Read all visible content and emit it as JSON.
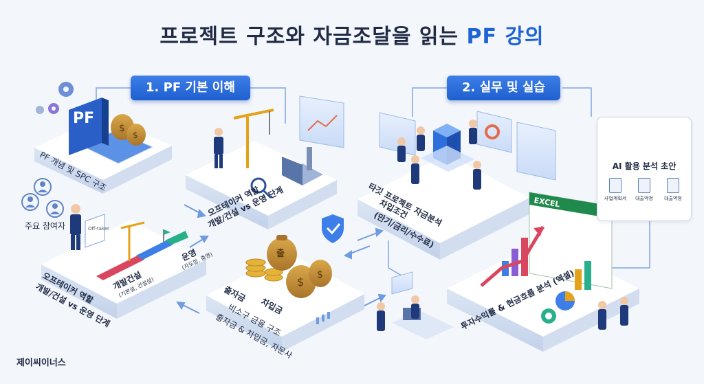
{
  "title": {
    "main": "프로젝트 구조와 자금조달을 읽는 ",
    "accent": "PF 강의"
  },
  "sections": [
    {
      "label": "1. PF 기본 이해"
    },
    {
      "label": "2. 실무 및 실습"
    }
  ],
  "labels": {
    "pf_concept": "PF 개념 및 SPC 구조",
    "pf_icon": "PF",
    "offtaker_top_1": "오프테이커 역할",
    "offtaker_top_2": "개발/건설 vs 운영 단계",
    "participants": "주요 참여자",
    "offtaker_sign": "Off-taker",
    "dev": "개발건설",
    "dev_sub": "(기본설, 건설설)",
    "ops": "운영",
    "ops_sub": "(자도합, 중영)",
    "offtaker_bottom_1": "오프테이커 역할",
    "offtaker_bottom_2": "개발/건설 vs 운영 단계",
    "equity": "출자금",
    "loan": "차입금",
    "bag_char": "출",
    "finance_1": "비소구 금융 구조",
    "finance_2": "출자금 & 차입금, 자문사",
    "target_1": "타깃 프로젝트 자금분석",
    "target_2": "차입조건",
    "target_3": "(만기/금리/수수료)",
    "excel": "EXCEL",
    "irr": "투자수익률 & 현금흐름 분석 (엑셀)"
  },
  "ai_card": {
    "title": "AI 활용 분석 초안",
    "docs": [
      "사업계획서",
      "대출약정",
      "대출약정"
    ]
  },
  "brand": "제이씨이너스",
  "colors": {
    "accent": "#1e63d6",
    "badge": "#2f6fdc",
    "text": "#1f2a44",
    "platform": "#ffffff"
  }
}
